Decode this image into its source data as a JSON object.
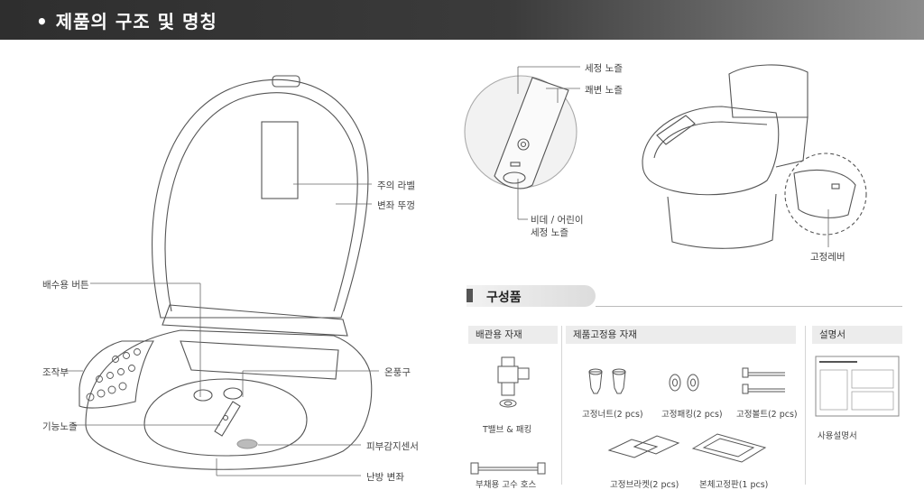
{
  "header": {
    "title": "• 제품의 구조 및 명칭"
  },
  "labels": {
    "caution_label": "주의 라벨",
    "seat_cover": "변좌 뚜껑",
    "drain_button": "배수용 버튼",
    "control_panel": "조작부",
    "function_nozzle": "기능노즐",
    "warm_air": "온풍구",
    "skin_sensor": "피부감지센서",
    "heated_seat": "난방 변좌",
    "nozzle_clean": "세정 노즐",
    "rear_nozzle": "쾌변 노즐",
    "bidet_line1": "비데 / 어린이",
    "bidet_line2": "세정 노즐",
    "fix_lever": "고정레버"
  },
  "components": {
    "title": "구성품",
    "cat_plumbing": "배관용 자재",
    "cat_fixing": "제품고정용 자재",
    "cat_manual": "설명서",
    "items": {
      "t_valve": "T밸브 & 패킹",
      "fix_nut": "고정너트(2 pcs)",
      "fix_packing": "고정패킹(2 pcs)",
      "fix_bolt": "고정볼트(2 pcs)",
      "manual": "사용설명서",
      "hose": "부채용 고수 호스",
      "bracket": "고정브라켓(2 pcs)",
      "plate": "본체고정판(1 pcs)"
    }
  }
}
